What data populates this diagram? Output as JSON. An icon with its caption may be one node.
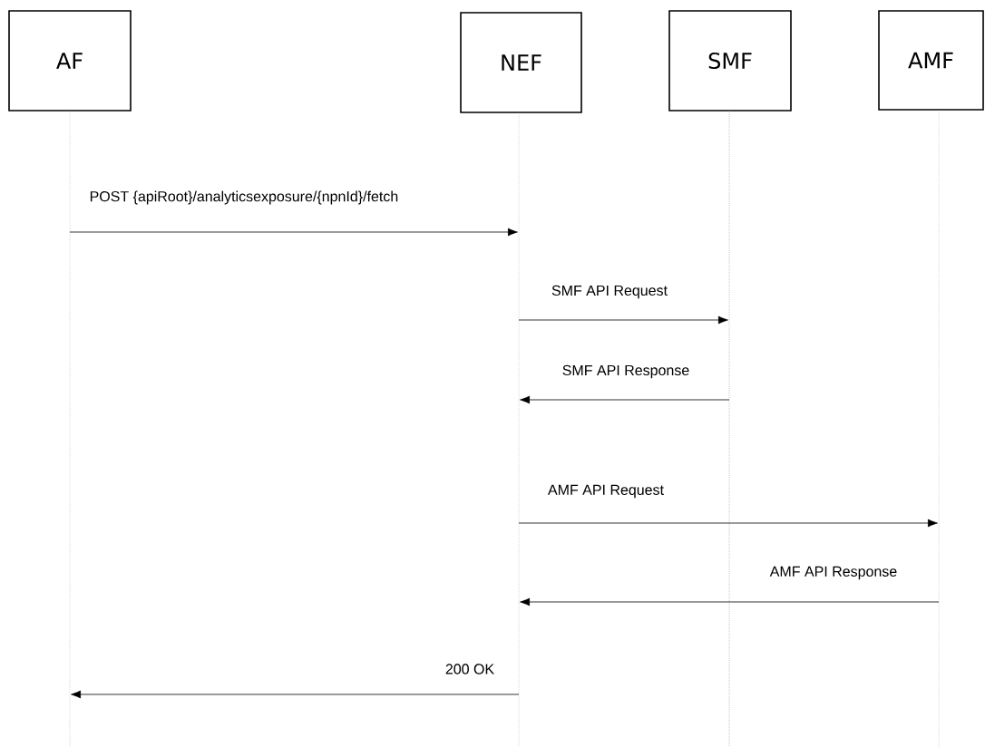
{
  "diagram": {
    "nodes": [
      {
        "text": [
          "AF"
        ]
      },
      {
        "text": [
          "NEF"
        ]
      },
      {
        "text": [
          "SMF"
        ]
      },
      {
        "text": [
          "AMF"
        ]
      },
      {
        "text": [],
        "shape": "line"
      },
      {
        "text": [],
        "shape": "line"
      },
      {
        "text": [],
        "shape": "line"
      },
      {
        "text": [],
        "shape": "line"
      }
    ],
    "edges": [
      {
        "from": 4,
        "to": 5,
        "arrow": "to",
        "label": "POST {apiRoot}/analyticsexposure/{npnId}/fetch"
      },
      {
        "from": 5,
        "to": 6,
        "arrow": "to",
        "label": "SMF API Request"
      },
      {
        "from": 6,
        "to": 5,
        "arrow": "to",
        "label": "SMF API Response"
      },
      {
        "from": 5,
        "to": 7,
        "arrow": "to",
        "label": "AMF API Request"
      },
      {
        "from": 7,
        "to": 5,
        "arrow": "to",
        "label": "AMF API Response"
      },
      {
        "from": 5,
        "to": 4,
        "arrow": "to",
        "label": "200 OK"
      }
    ]
  }
}
